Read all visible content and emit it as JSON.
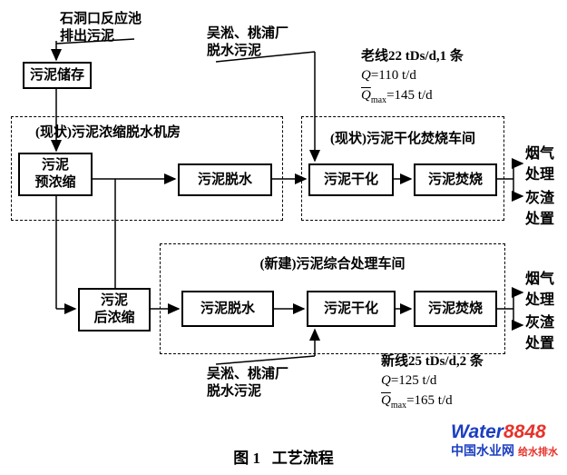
{
  "caption": "图 1   工艺流程",
  "source": {
    "text": "石洞口反应池\n排出污泥"
  },
  "boxes": {
    "storage": "污泥储存",
    "pre_thicken": "污泥\n预浓缩",
    "post_thicken": "污泥\n后浓缩",
    "dewater_old": "污泥脱水",
    "dry_old": "污泥干化",
    "incinerate_old": "污泥焚烧",
    "dewater_new": "污泥脱水",
    "dry_new": "污泥干化",
    "incinerate_new": "污泥焚烧"
  },
  "groups": {
    "old_dewater_room": "(现状)污泥浓缩脱水机房",
    "old_incineration_shop": "(现状)污泥干化焚烧车间",
    "new_comprehensive_shop": "(新建)污泥综合处理车间"
  },
  "inputs": {
    "wusong_top": "吴淞、桃浦厂\n脱水污泥",
    "wusong_bottom": "吴淞、桃浦厂\n脱水污泥"
  },
  "outputs": {
    "flue_old": "烟气\n处理",
    "ash_old": "灰渣\n处置",
    "flue_new": "烟气\n处理",
    "ash_new": "灰渣\n处置"
  },
  "annotations": {
    "old_line": {
      "title": "老线22 tDs/d,1 条",
      "q_sym": "Q",
      "q_val": "=110 t/d",
      "qmax_sym": "Q",
      "qmax_sub": "max",
      "qmax_val": "=145 t/d"
    },
    "new_line": {
      "title": "新线25 tDs/d,2 条",
      "q_sym": "Q",
      "q_val": "=125 t/d",
      "qmax_sym": "Q",
      "qmax_sub": "max",
      "qmax_val": "=165 t/d"
    }
  },
  "watermark": {
    "word": "Water",
    "number": "8848",
    "site": "中国水业网",
    "tagline": "给水排水",
    "blue": "#1b3ec0",
    "red": "#e6322a"
  }
}
